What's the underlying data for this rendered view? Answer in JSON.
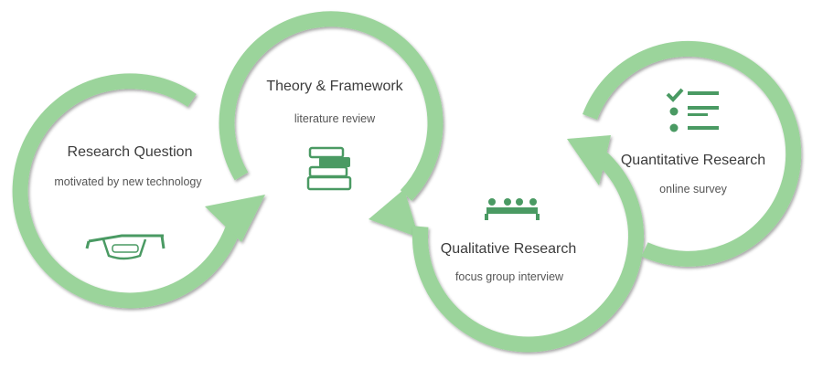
{
  "colors": {
    "ring": "#9bd49b",
    "ring_shadow": "#8a8a8a",
    "icon": "#4a9a63",
    "text": "#3c3c3c"
  },
  "stages": [
    {
      "title": "Research Question",
      "subtitle": "motivated by new technology",
      "icon": "smart-glasses-icon"
    },
    {
      "title": "Theory & Framework",
      "subtitle": "literature review",
      "icon": "books-icon"
    },
    {
      "title": "Qualitative Research",
      "subtitle": "focus group interview",
      "icon": "meeting-icon"
    },
    {
      "title": "Quantitative Research",
      "subtitle": "online survey",
      "icon": "checklist-icon"
    }
  ]
}
